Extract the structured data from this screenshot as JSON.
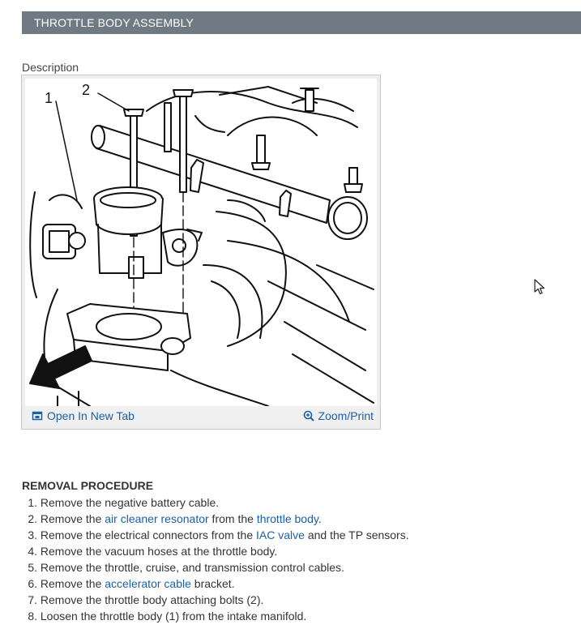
{
  "header": {
    "title": "THROTTLE BODY ASSEMBLY"
  },
  "figure": {
    "description_label": "Description",
    "callout_1": "1",
    "callout_2": "2",
    "open_tab_label": "Open In New Tab",
    "zoom_print_label": "Zoom/Print"
  },
  "procedure": {
    "title": "REMOVAL PROCEDURE",
    "steps": [
      {
        "num": "1.",
        "segments": [
          {
            "text": "Remove the negative battery cable.",
            "link": false
          }
        ]
      },
      {
        "num": "2.",
        "segments": [
          {
            "text": "Remove the ",
            "link": false
          },
          {
            "text": "air cleaner resonator",
            "link": true
          },
          {
            "text": " from the ",
            "link": false
          },
          {
            "text": "throttle body",
            "link": true
          },
          {
            "text": ".",
            "link": false
          }
        ]
      },
      {
        "num": "3.",
        "segments": [
          {
            "text": "Remove the electrical connectors from the ",
            "link": false
          },
          {
            "text": "IAC valve",
            "link": true
          },
          {
            "text": " and the TP sensors.",
            "link": false
          }
        ]
      },
      {
        "num": "4.",
        "segments": [
          {
            "text": "Remove the vacuum hoses at the throttle body.",
            "link": false
          }
        ]
      },
      {
        "num": "5.",
        "segments": [
          {
            "text": "Remove the throttle, cruise, and transmission control cables.",
            "link": false
          }
        ]
      },
      {
        "num": "6.",
        "segments": [
          {
            "text": "Remove the ",
            "link": false
          },
          {
            "text": "accelerator cable",
            "link": true
          },
          {
            "text": " bracket.",
            "link": false
          }
        ]
      },
      {
        "num": "7.",
        "segments": [
          {
            "text": "Remove the throttle body attaching bolts (2).",
            "link": false
          }
        ]
      },
      {
        "num": "8.",
        "segments": [
          {
            "text": "Loosen the throttle body (1) from the intake manifold.",
            "link": false
          }
        ]
      }
    ]
  },
  "colors": {
    "header_bg": "#6f7a84",
    "link": "#1a5fa8",
    "text": "#333333"
  }
}
